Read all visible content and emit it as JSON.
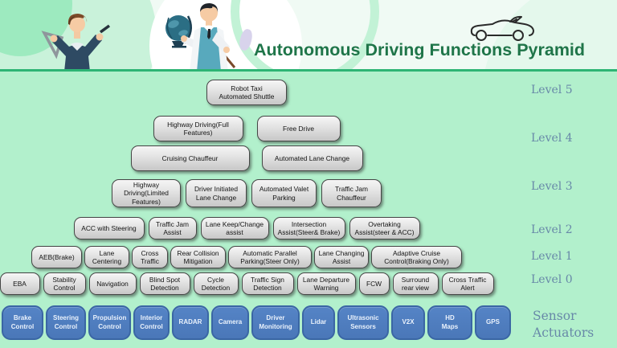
{
  "header": {
    "title": "Autonomous Driving Functions Pyramid"
  },
  "pyramid": {
    "levels": [
      {
        "label": "Level 5",
        "rows": [
          [
            "Robot Taxi\nAutomated Shuttle"
          ]
        ]
      },
      {
        "label": "Level 4",
        "rows": [
          [
            "Highway Driving(Full\nFeatures)",
            "Free Drive"
          ],
          [
            "Cruising Chauffeur",
            "Automated Lane Change"
          ]
        ]
      },
      {
        "label": "Level 3",
        "rows": [
          [
            "Highway\nDriving(Limited\nFeatures)",
            "Driver Initiated\nLane Change",
            "Automated Valet\nParking",
            "Traffic Jam\nChauffeur"
          ]
        ]
      },
      {
        "label": "Level 2",
        "rows": [
          [
            "ACC with Steering",
            "Traffic Jam\nAssist",
            "Lane Keep/Change\nassist",
            "Intersection\nAssist(Steer& Brake)",
            "Overtaking\nAssist(steer & ACC)"
          ]
        ]
      },
      {
        "label": "Level 1",
        "rows": [
          [
            "AEB(Brake)",
            "Lane\nCentering",
            "Cross\nTraffic",
            "Rear Collision\nMitigation",
            "Automatic Parallel\nParking(Steer Only)",
            "Lane Changing\nAssist",
            "Adaptive Cruise\nControl(Braking Only)"
          ]
        ]
      },
      {
        "label": "Level 0",
        "rows": [
          [
            "EBA",
            "Stability\nControl",
            "Navigation",
            "Blind Spot\nDetection",
            "Cycle\nDetection",
            "Traffic Sign\nDetection",
            "Lane Departure\nWarning",
            "FCW",
            "Surround\nrear view",
            "Cross Traffic\nAlert"
          ]
        ]
      }
    ]
  },
  "sensors": {
    "label": "Sensor\nActuators",
    "items": [
      "Brake\nControl",
      "Steering\nControl",
      "Propulsion\nControl",
      "Interior\nControl",
      "RADAR",
      "Camera",
      "Driver\nMonitoring",
      "Lidar",
      "Ultrasonic\nSensors",
      "V2X",
      "HD\nMaps",
      "GPS"
    ]
  },
  "colors": {
    "background_mint": "#b2f0cc",
    "title_green": "#1f7549",
    "header_rule_green": "#2db474",
    "function_box_fill": "#d9d9d9",
    "function_box_border": "#454545",
    "sensor_box_fill": "#4e7dbe",
    "sensor_box_border": "#3a66a4",
    "level_label_blue": "#6889a8"
  },
  "icons": {
    "car": "convertible-car-sketch-icon",
    "person_left": "teacher-with-set-square-illustration",
    "person_right": "teacher-with-globe-illustration"
  }
}
